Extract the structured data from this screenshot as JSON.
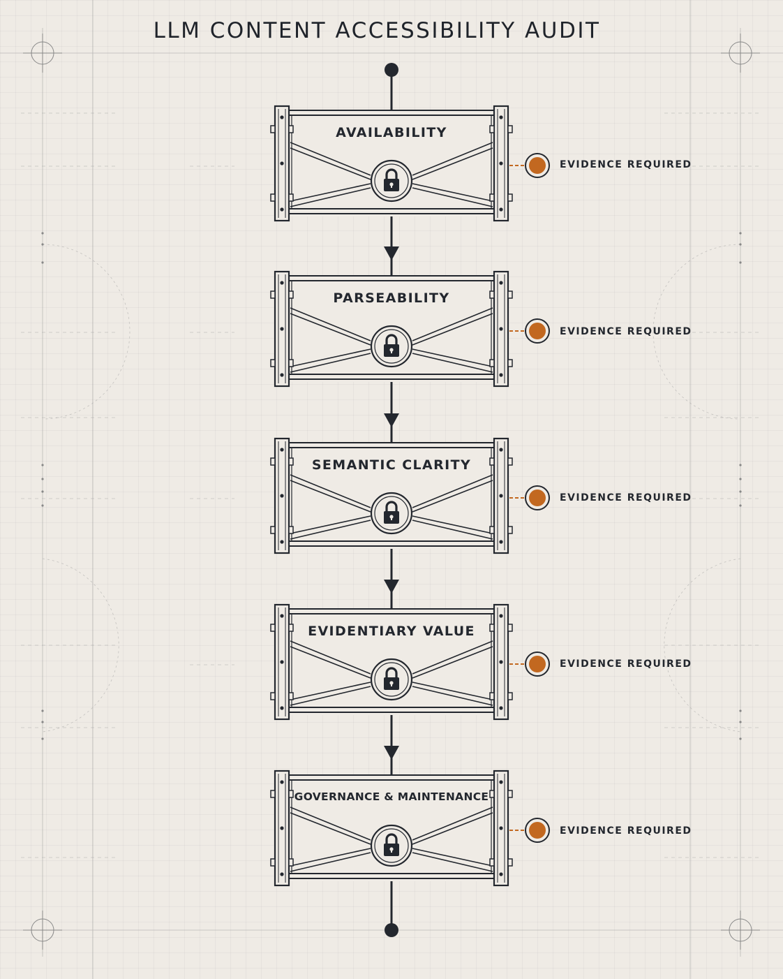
{
  "title": "LLM CONTENT ACCESSIBILITY AUDIT",
  "colors": {
    "background": "#efebe5",
    "ink": "#23272e",
    "accent": "#c26820",
    "guides": "#9a9a9a"
  },
  "gates": [
    {
      "label": "AVAILABILITY",
      "icon": "padlock-icon",
      "evidence": "EVIDENCE REQUIRED"
    },
    {
      "label": "PARSEABILITY",
      "icon": "padlock-icon",
      "evidence": "EVIDENCE REQUIRED"
    },
    {
      "label": "SEMANTIC CLARITY",
      "icon": "padlock-icon",
      "evidence": "EVIDENCE REQUIRED"
    },
    {
      "label": "EVIDENTIARY VALUE",
      "icon": "padlock-icon",
      "evidence": "EVIDENCE REQUIRED"
    },
    {
      "label": "GOVERNANCE & MAINTENANCE",
      "icon": "padlock-icon",
      "evidence": "EVIDENCE REQUIRED"
    }
  ]
}
